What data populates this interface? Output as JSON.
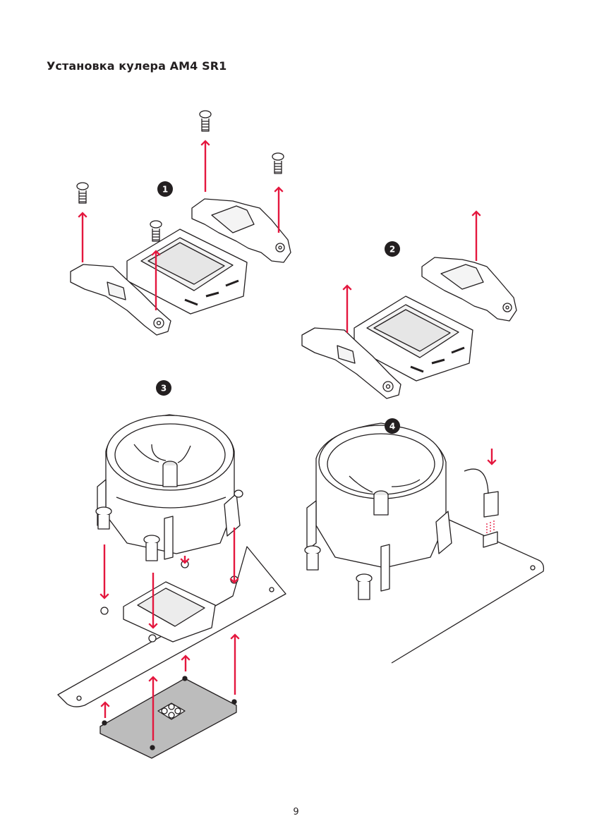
{
  "heading": {
    "title": "Установка кулера AM4 SR1"
  },
  "steps": [
    {
      "number": "1"
    },
    {
      "number": "2"
    },
    {
      "number": "3"
    },
    {
      "number": "4"
    }
  ],
  "footer": {
    "page_number": "9"
  },
  "colors": {
    "arrow": "#e4173e",
    "line": "#231f20",
    "badge": "#231f20",
    "backplate": "#bcbcbc"
  }
}
